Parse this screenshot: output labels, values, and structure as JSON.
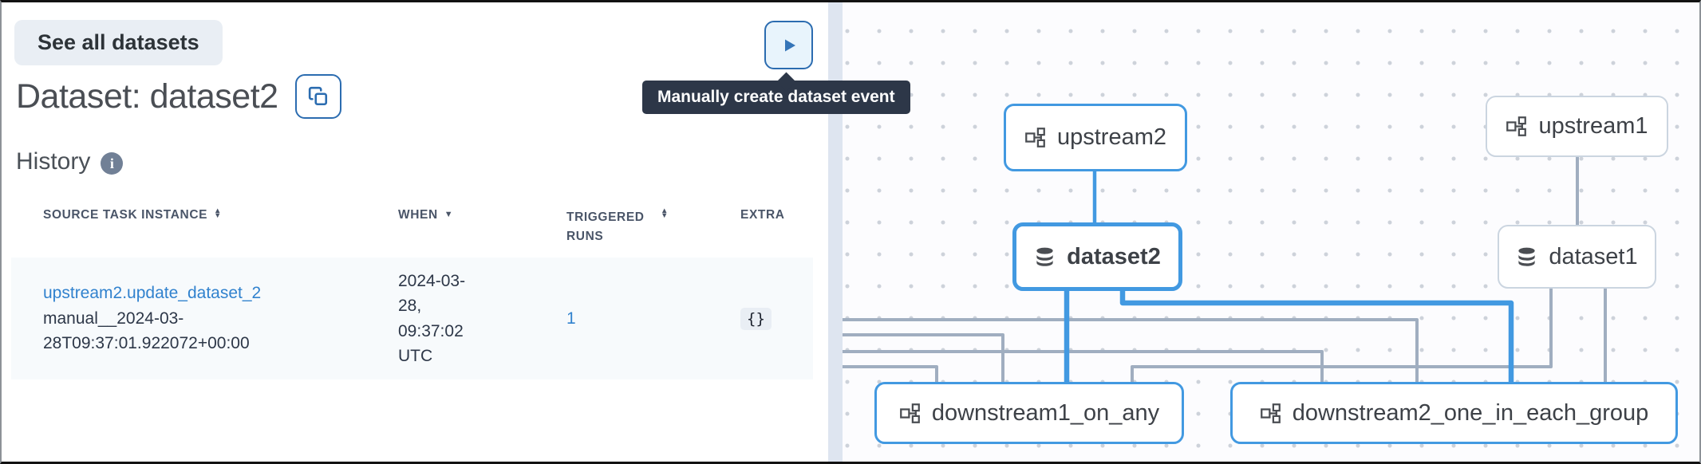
{
  "left_panel": {
    "see_all_label": "See all datasets",
    "title": "Dataset: dataset2",
    "history_label": "History",
    "info_glyph": "i",
    "create_event_tooltip": "Manually create dataset event",
    "table": {
      "columns": [
        {
          "label": "SOURCE TASK INSTANCE",
          "sort": "both"
        },
        {
          "label": "WHEN",
          "sort": "desc"
        },
        {
          "label": "TRIGGERED RUNS",
          "sort": "both"
        },
        {
          "label": "EXTRA",
          "sort": "none"
        }
      ],
      "rows": [
        {
          "source_task_link": "upstream2.update_dataset_2",
          "source_run_id": "manual__2024-03-28T09:37:01.922072+00:00",
          "when": "2024-03-28, 09:37:02 UTC",
          "triggered_runs": "1",
          "extra": "{}"
        }
      ]
    }
  },
  "icons": {
    "sort_asc": "▲",
    "sort_desc": "▼"
  },
  "graph": {
    "nodes": [
      {
        "id": "upstream2",
        "label": "upstream2",
        "type": "dag",
        "highlighted": true
      },
      {
        "id": "upstream1",
        "label": "upstream1",
        "type": "dag",
        "highlighted": false
      },
      {
        "id": "dataset2",
        "label": "dataset2",
        "type": "dataset",
        "selected": true
      },
      {
        "id": "dataset1",
        "label": "dataset1",
        "type": "dataset",
        "selected": false
      },
      {
        "id": "downstream1_on_any",
        "label": "downstream1_on_any",
        "type": "dag",
        "highlighted": true
      },
      {
        "id": "downstream2_one_in_each_group",
        "label": "downstream2_one_in_each_group",
        "type": "dag",
        "highlighted": true
      }
    ],
    "edges": [
      {
        "from": "upstream2",
        "to": "dataset2",
        "highlighted": true
      },
      {
        "from": "dataset2",
        "to": "downstream1_on_any",
        "highlighted": true
      },
      {
        "from": "dataset2",
        "to": "downstream2_one_in_each_group",
        "highlighted": true
      },
      {
        "from": "upstream1",
        "to": "dataset1",
        "highlighted": false
      },
      {
        "from": "dataset1",
        "to": "downstream1_on_any",
        "highlighted": false
      },
      {
        "from": "dataset1",
        "to": "downstream2_one_in_each_group",
        "highlighted": false
      },
      {
        "from": "offscreen-left",
        "to": "downstream1_on_any",
        "highlighted": false
      },
      {
        "from": "offscreen-left",
        "to": "downstream1_on_any",
        "highlighted": false
      },
      {
        "from": "offscreen-left",
        "to": "downstream2_one_in_each_group",
        "highlighted": false
      },
      {
        "from": "offscreen-left",
        "to": "downstream2_one_in_each_group",
        "highlighted": false
      }
    ]
  },
  "colors": {
    "accent_blue": "#4299e1",
    "accent_blue_dark": "#2b6cb0",
    "edge_gray": "#a0aec0",
    "link_blue": "#3182ce",
    "tooltip_bg": "#2d3748",
    "row_bg": "#f7fafc",
    "muted_border": "#cbd5e0"
  }
}
